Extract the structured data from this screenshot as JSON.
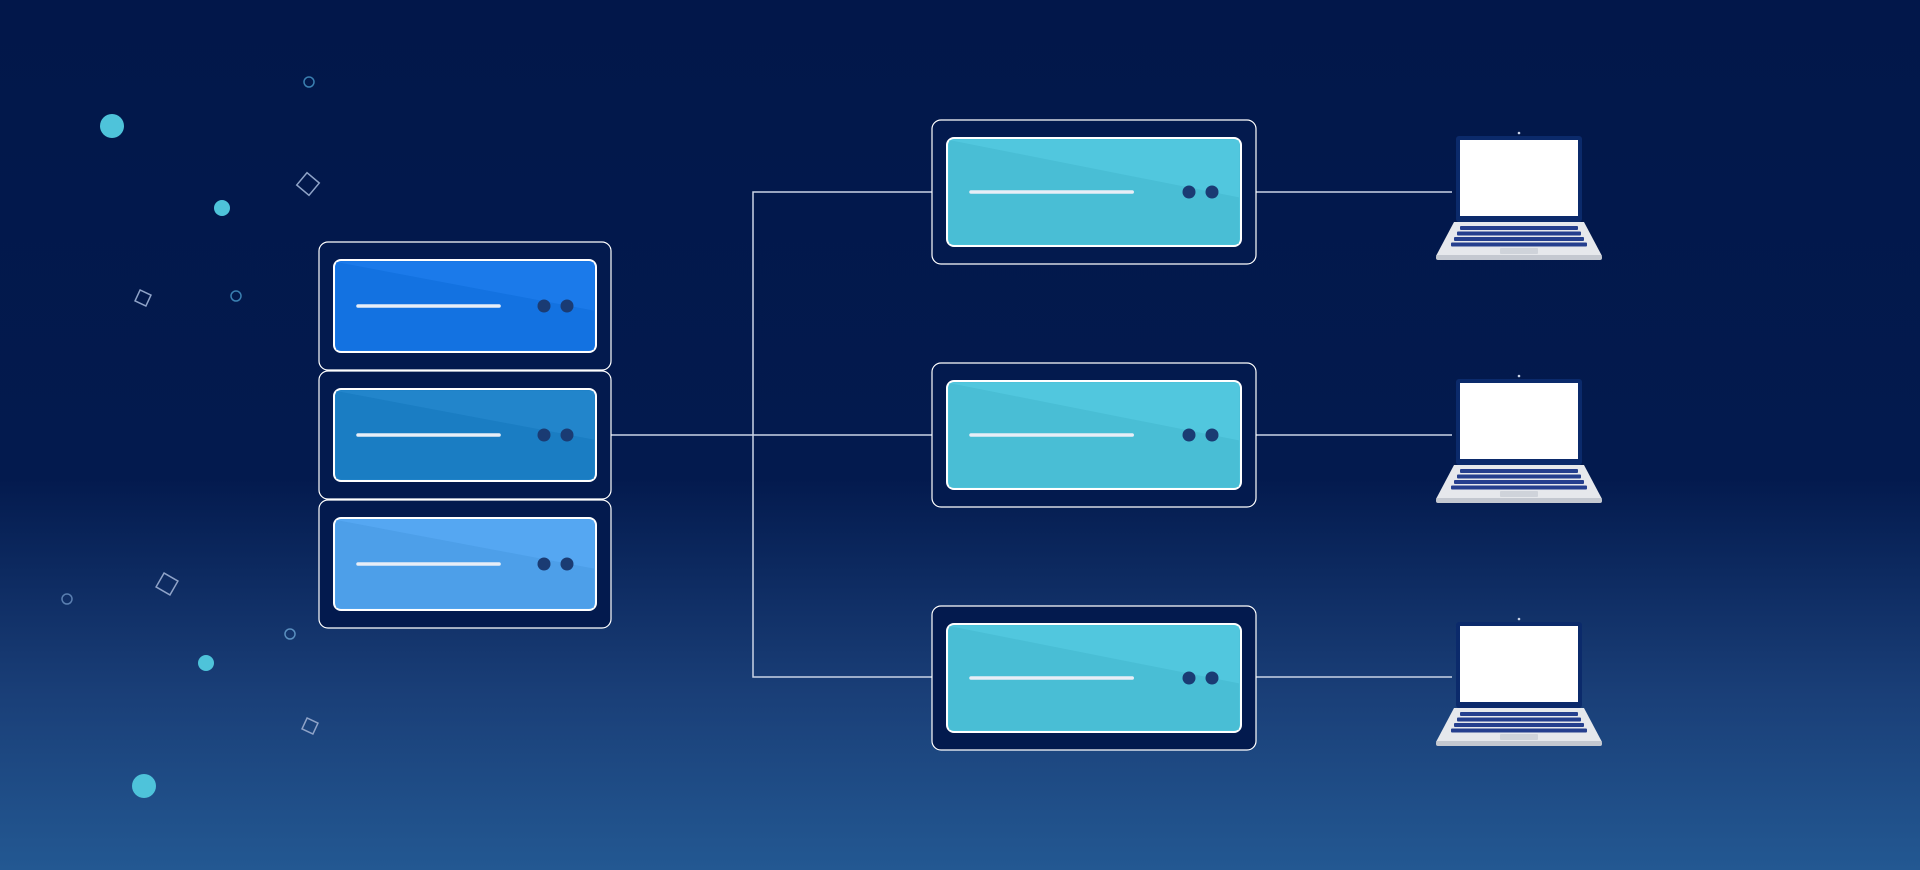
{
  "diagram": {
    "description_free": true,
    "colors": {
      "background_top": "#02174a",
      "background_bottom": "#235892",
      "connector": "#c9d3e6",
      "server_outline": "#ffffff",
      "server_left_1": "#1877e6",
      "server_left_2": "#1f82c8",
      "server_left_3": "#52a4ee",
      "server_right": "#4ec3da",
      "button_dot": "#1a3b73",
      "laptop_body": "#e6e8ec",
      "laptop_screen": "#ffffff",
      "laptop_keys": "#253f8e",
      "decor_cyan": "#4ec3da",
      "decor_outline": "#7f93bb"
    },
    "left_stack": [
      {
        "name": "server-left-1",
        "color_key": "server_left_1"
      },
      {
        "name": "server-left-2",
        "color_key": "server_left_2"
      },
      {
        "name": "server-left-3",
        "color_key": "server_left_3"
      }
    ],
    "right_servers": [
      {
        "name": "server-right-1",
        "color_key": "server_right"
      },
      {
        "name": "server-right-2",
        "color_key": "server_right"
      },
      {
        "name": "server-right-3",
        "color_key": "server_right"
      }
    ],
    "laptops": [
      {
        "name": "laptop-1",
        "icon": "laptop-icon"
      },
      {
        "name": "laptop-2",
        "icon": "laptop-icon"
      },
      {
        "name": "laptop-3",
        "icon": "laptop-icon"
      }
    ]
  }
}
